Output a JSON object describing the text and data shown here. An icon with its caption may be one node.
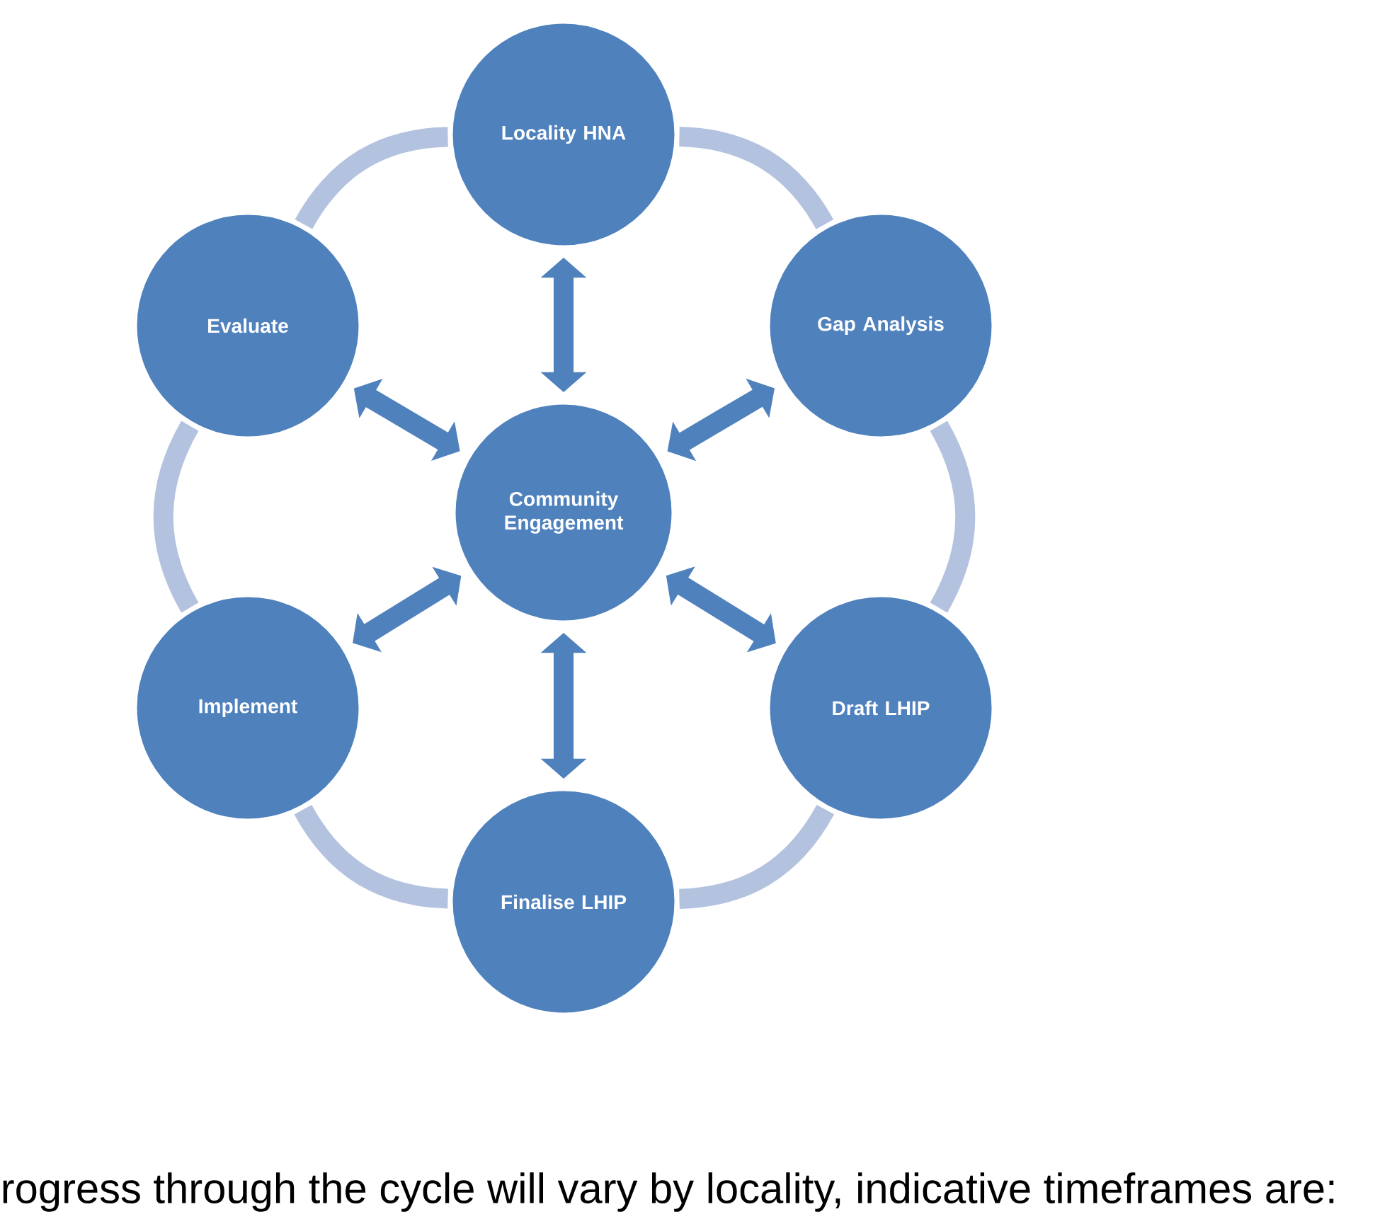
{
  "diagram": {
    "nodes": [
      {
        "text": [
          "Community Engagement"
        ]
      },
      {
        "text": [
          "Locality HNA"
        ]
      },
      {
        "text": [
          "Gap Analysis"
        ]
      },
      {
        "text": [
          "Draft LHIP"
        ]
      },
      {
        "text": [
          "Finalise LHIP"
        ]
      },
      {
        "text": [
          "Implement"
        ]
      },
      {
        "text": [
          "Evaluate"
        ]
      }
    ],
    "edges": [
      {
        "from": 1,
        "to": 2,
        "arrow": "none",
        "color": "#b3c3df"
      },
      {
        "from": 2,
        "to": 3,
        "arrow": "none",
        "color": "#b3c3df"
      },
      {
        "from": 3,
        "to": 4,
        "arrow": "none",
        "color": "#b3c3df"
      },
      {
        "from": 4,
        "to": 5,
        "arrow": "none",
        "color": "#b3c3df"
      },
      {
        "from": 5,
        "to": 6,
        "arrow": "none",
        "color": "#b3c3df"
      },
      {
        "from": 6,
        "to": 1,
        "arrow": "none",
        "color": "#b3c3df"
      },
      {
        "from": 0,
        "to": 1,
        "arrow": "both",
        "color": "#4f81bd"
      },
      {
        "from": 0,
        "to": 2,
        "arrow": "both",
        "color": "#4f81bd"
      },
      {
        "from": 0,
        "to": 3,
        "arrow": "both",
        "color": "#4f81bd"
      },
      {
        "from": 0,
        "to": 4,
        "arrow": "both",
        "color": "#4f81bd"
      },
      {
        "from": 0,
        "to": 5,
        "arrow": "both",
        "color": "#4f81bd"
      },
      {
        "from": 0,
        "to": 6,
        "arrow": "both",
        "color": "#4f81bd"
      }
    ],
    "labels": [
      "rogress through the cycle will vary by locality, indicative timeframes are:"
    ]
  }
}
